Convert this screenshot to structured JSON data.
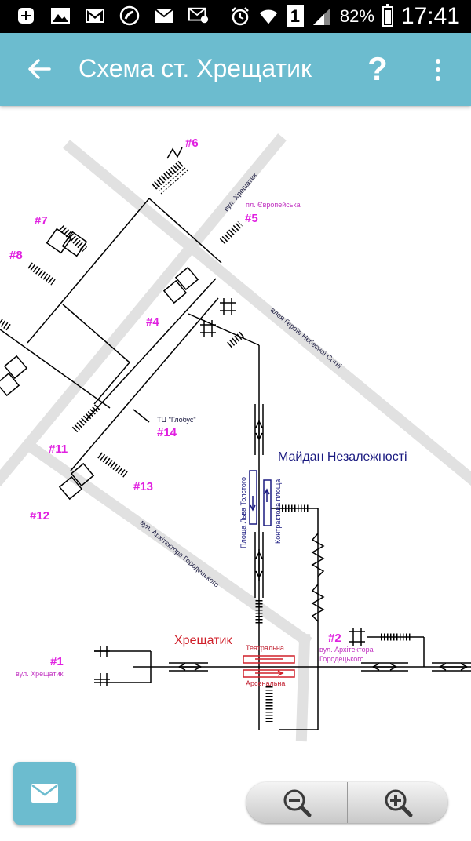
{
  "status_bar": {
    "icons": [
      "plus-box-icon",
      "image-icon",
      "gmail-icon",
      "missed-call-icon",
      "email-icon",
      "email-error-icon",
      "alarm-icon",
      "wifi-icon",
      "sim-icon",
      "signal-icon",
      "battery-icon"
    ],
    "sim_label": "1",
    "battery_percent": "82%",
    "battery_level": 0.82,
    "time": "17:41"
  },
  "app_bar": {
    "title": "Схема ст. Хрещатик",
    "back_icon": "arrow-left-icon",
    "help_label": "?",
    "menu_icon": "more-vert-icon",
    "color": "#6cbccf"
  },
  "map": {
    "exit_color": "#e020e0",
    "line_color": "#000000",
    "street_color": "#e1e1e1",
    "hall_color": "#1a1a80",
    "crossing_color": "#d0202a",
    "exits": [
      "#1",
      "#2",
      "#4",
      "#5",
      "#6",
      "#7",
      "#8",
      "#11",
      "#12",
      "#13",
      "#14"
    ],
    "labels": {
      "street_khreshchatyk_top": "вул. Хрещатик",
      "square_european": "пл. Європейська",
      "alley_heroes": "алея Героїв Небесної Сотні",
      "mall_globus": "ТЦ \"Глобус\"",
      "maidan": "Майдан Незалежності",
      "tolstoy_square": "Площа Льва Толстого",
      "kontraktova_square": "Контрактова площа",
      "street_horodetsky_diag": "вул. Архітектора Городецького",
      "khreshchatyk": "Хрещатик",
      "teatralna": "Театральна",
      "arsenalna": "Арсенальна",
      "exit1_street": "вул. Хрещатик",
      "exit2_street_1": "вул. Архітектора",
      "exit2_street_2": "Городецького"
    }
  },
  "fab": {
    "icon": "email-icon"
  },
  "zoom": {
    "out_icon": "zoom-out-icon",
    "in_icon": "zoom-in-icon"
  }
}
